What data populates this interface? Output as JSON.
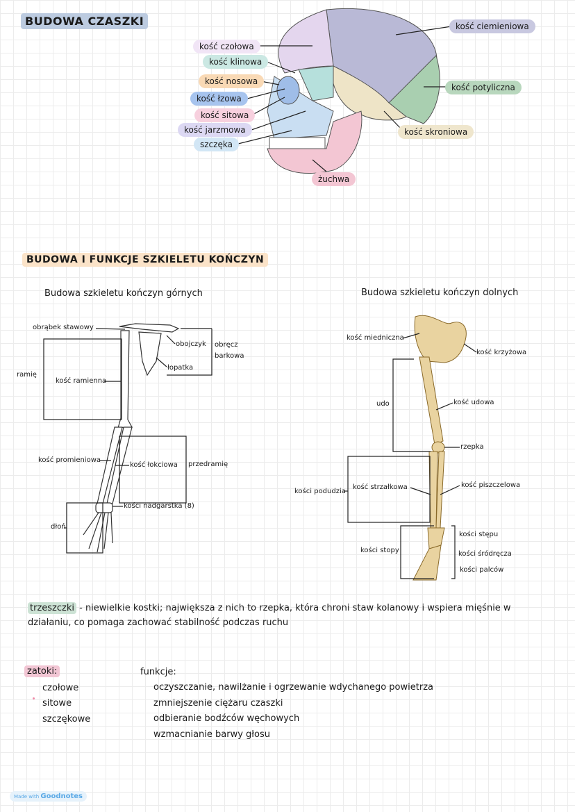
{
  "skull_section": {
    "title": "BUDOWA CZASZKI",
    "labels": {
      "czolowa": "kość czołowa",
      "klinowa": "kość klinowa",
      "nosowa": "kość nosowa",
      "lzowa": "kość łzowa",
      "sitowa": "kość sitowa",
      "jarzmowa": "kość jarzmowa",
      "szczeka": "szczęka",
      "zuchwa": "żuchwa",
      "ciemieniowa": "kość ciemieniowa",
      "potyliczna": "kość potyliczna",
      "skroniowa": "kość skroniowa"
    }
  },
  "limbs_section": {
    "title": "BUDOWA I FUNKCJE SZKIELETU KOŃCZYN",
    "upper": {
      "title": "Budowa szkieletu kończyn górnych",
      "labels": {
        "obrabek": "obrąbek stawowy",
        "obojczyk": "obojczyk",
        "obrecz": "obręcz",
        "barkowa": "barkowa",
        "lopatka": "łopatka",
        "ramie": "ramię",
        "ramienna": "kość ramienna",
        "promieniowa": "kość promieniowa",
        "lokciowa": "kość łokciowa",
        "przedramie": "przedramię",
        "nadgarstka": "kości nadgarstka (8)",
        "dlon": "dłoń"
      }
    },
    "lower": {
      "title": "Budowa szkieletu kończyn dolnych",
      "labels": {
        "miedniczna": "kość miedniczna",
        "krzyzowa": "kość krzyżowa",
        "udo": "udo",
        "udowa": "kość udowa",
        "rzepka": "rzepka",
        "podudzia": "kości podudzia",
        "strzalkowa": "kość strzałkowa",
        "piszczelowa": "kość piszczelowa",
        "stepu": "kości stępu",
        "stopy": "kości stopy",
        "srodrecza": "kości śródręcza",
        "palcow": "kości palców"
      }
    }
  },
  "trzeszczki": {
    "term": "trzeszczki",
    "line1": " - niewielkie kostki; największa z nich to rzepka, która chroni staw kolanowy i wspiera mięśnie w",
    "line2": "działaniu, co pomaga zachować stabilność podczas ruchu"
  },
  "zatoki": {
    "term": "zatoki:",
    "items": [
      "czołowe",
      "sitowe",
      "szczękowe"
    ],
    "functions_label": "funkcje:",
    "functions": [
      "oczyszczanie, nawilżanie i ogrzewanie wdychanego powietrza",
      "zmniejszenie ciężaru czaszki",
      "odbieranie bodźców węchowych",
      "wzmacnianie barwy głosu"
    ]
  },
  "footer": {
    "made_with": "Made with",
    "app": "Goodnotes"
  },
  "colors": {
    "title_bg": "#bccbe0",
    "limbs_title_bg": "#fbe3c8",
    "trzeszczki_bg": "#cde3d5",
    "zatoki_bg": "#f2c6d4",
    "bone": "#e9d3a0"
  }
}
